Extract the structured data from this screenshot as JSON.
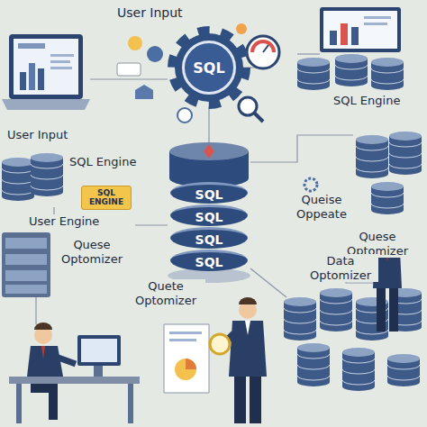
{
  "diagram": {
    "nodes": [
      {
        "text": [
          "SQL"
        ]
      },
      {
        "text": [
          "SQL ENGINE"
        ]
      },
      {
        "text": [
          "SQL"
        ]
      },
      {
        "text": [
          "SQL"
        ]
      },
      {
        "text": [
          "SQL"
        ]
      },
      {
        "text": [
          "SQL"
        ]
      }
    ],
    "labels": [
      "User Input",
      "User Input",
      "SQL Engine",
      "SQL Engine",
      "Queise Oppeate",
      "User Engine",
      "Quese Optomizer",
      "Quese Optomizer",
      "Data Optomizer",
      "Quete Optomizer"
    ]
  }
}
